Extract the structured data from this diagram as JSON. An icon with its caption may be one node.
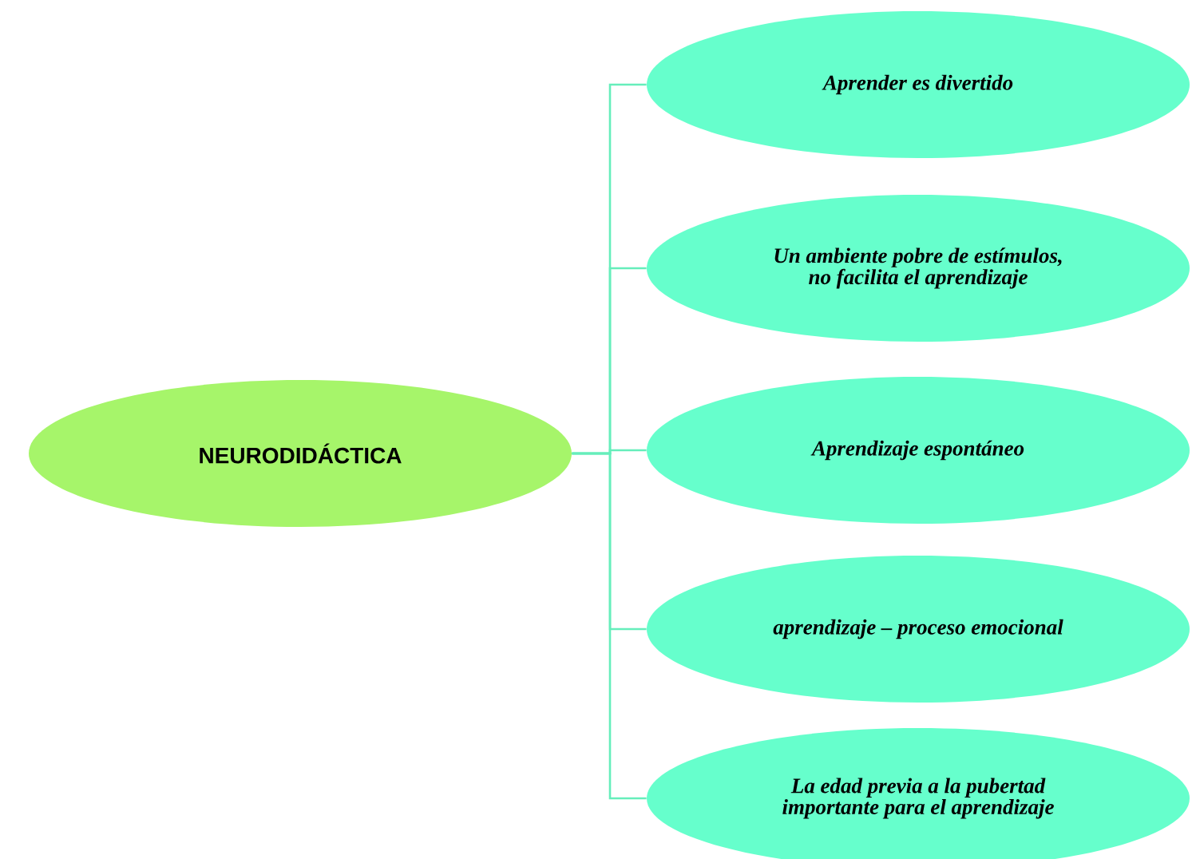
{
  "diagram": {
    "nodes": [
      {
        "text": [
          "NEURODIDÁCTICA"
        ]
      },
      {
        "text": [
          "Aprender es divertido"
        ]
      },
      {
        "text": [
          "Un ambiente pobre de estímulos, no facilita el aprendizaje"
        ]
      },
      {
        "text": [
          "Aprendizaje espontáneo"
        ]
      },
      {
        "text": [
          "aprendizaje – proceso emocional"
        ]
      },
      {
        "text": [
          "La edad previa a la pubertad importante para el aprendizaje"
        ]
      }
    ],
    "edges": [
      {
        "from": 0,
        "to": 1,
        "arrow": "none"
      },
      {
        "from": 0,
        "to": 2,
        "arrow": "none"
      },
      {
        "from": 0,
        "to": 3,
        "arrow": "none"
      },
      {
        "from": 0,
        "to": 4,
        "arrow": "none"
      },
      {
        "from": 0,
        "to": 5,
        "arrow": "none"
      }
    ]
  }
}
